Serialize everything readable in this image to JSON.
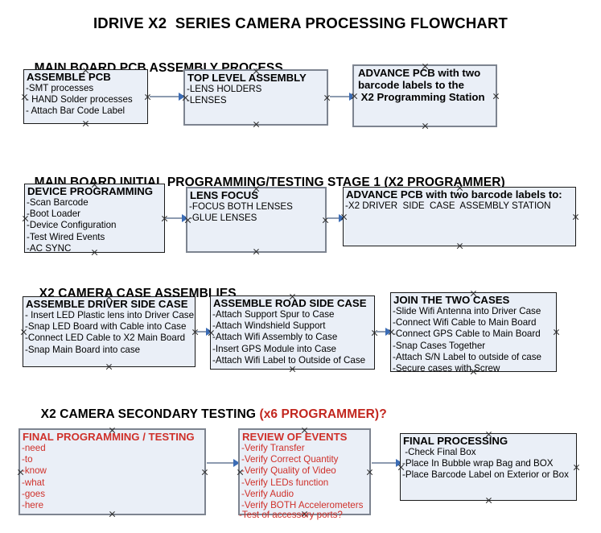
{
  "document": {
    "title": "IDRIVE X2  SERIES CAMERA PROCESSING FLOWCHART",
    "accent_color": "#cf302a",
    "node_fill": "#eaeff7",
    "connector_color": "#8d9bb0",
    "arrowhead_color": "#3b6cb5"
  },
  "sections": [
    {
      "header": "MAIN BOARD PCB ASSEMBLY PROCESS",
      "header_accent": "",
      "header_tail": ""
    },
    {
      "header": "MAIN BOARD INITIAL PROGRAMMING/TESTING STAGE 1 (X2 PROGRAMMER)",
      "header_accent": "",
      "header_tail": ""
    },
    {
      "header": "X2 CAMERA CASE ASSEMBLIES",
      "header_accent": "",
      "header_tail": ""
    },
    {
      "header": "X2 CAMERA SECONDARY TESTING ",
      "header_accent": "(x6 PROGRAMMER)?",
      "header_tail": ""
    }
  ],
  "nodes": {
    "assemble_pcb": {
      "title": "ASSEMBLE PCB",
      "lines": [
        "-SMT processes",
        "- HAND Solder processes",
        "- Attach Bar Code Label"
      ]
    },
    "top_level_assembly": {
      "title": "TOP LEVEL ASSEMBLY",
      "lines": [
        "-LENS HOLDERS",
        "-LENSES"
      ]
    },
    "advance_pcb_1": {
      "title": "ADVANCE PCB with two\nbarcode labels to the\n X2 Programming Station",
      "lines": []
    },
    "device_programming": {
      "title": "DEVICE PROGRAMMING",
      "lines": [
        "-Scan Barcode",
        "-Boot Loader",
        "-Device Configuration",
        "-Test Wired Events",
        "-AC SYNC"
      ]
    },
    "lens_focus": {
      "title": "LENS FOCUS",
      "lines": [
        "-FOCUS BOTH LENSES",
        "-GLUE LENSES"
      ]
    },
    "advance_pcb_2": {
      "title": "ADVANCE PCB with two barcode labels to:",
      "lines": [
        "-X2 DRIVER  SIDE  CASE  ASSEMBLY STATION"
      ]
    },
    "assemble_driver_side_case": {
      "title": "ASSEMBLE DRIVER SIDE CASE",
      "lines": [
        "- Insert LED Plastic lens into Driver Case",
        "-Snap LED Board with Cable into Case",
        "-Connect LED Cable to X2 Main Board",
        "-Snap Main Board into case"
      ]
    },
    "assemble_road_side_case": {
      "title": "ASSEMBLE ROAD SIDE CASE",
      "lines": [
        "-Attach Support Spur to Case",
        "-Attach Windshield Support",
        "-Attach Wifi Assembly to Case",
        "-Insert GPS Module into Case",
        "-Attach Wifi Label to Outside of Case"
      ]
    },
    "join_the_two_cases": {
      "title": "JOIN THE TWO CASES",
      "lines": [
        "-Slide Wifi Antenna into Driver Case",
        "-Connect Wifi Cable to Main Board",
        "-Connect GPS Cable to Main Board",
        "-Snap Cases Together",
        "-Attach S/N Label to outside of case",
        "-Secure cases with Screw"
      ]
    },
    "final_programming_testing": {
      "title": "FINAL PROGRAMMING / TESTING",
      "lines": [
        "-need",
        "-to",
        "-know",
        "-what",
        "-goes",
        "-here"
      ]
    },
    "review_of_events": {
      "title": "REVIEW OF EVENTS",
      "lines": [
        "-Verify Transfer",
        "-Verify Correct Quantity",
        "-Verify Quality of Video",
        "-Verify LEDs function",
        "-Verify Audio",
        "-Verify BOTH Accelerometers"
      ],
      "overflow_line": "-Test of accessory ports?"
    },
    "final_processing": {
      "title": "FINAL PROCESSING",
      "lines": [
        " -Check Final Box",
        "-Place In Bubble wrap Bag and BOX",
        "-Place Barcode Label on Exterior or Box"
      ]
    }
  }
}
